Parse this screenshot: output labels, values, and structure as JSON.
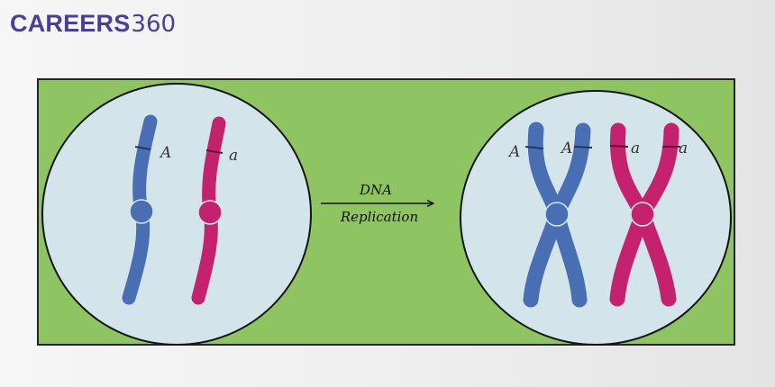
{
  "brand": {
    "word": "CAREERS",
    "number": "360",
    "color": "#4a3f96"
  },
  "diagram": {
    "panel_color": "#8fc462",
    "cell_color": "#d3e5ea",
    "homolog_1_color": "#4a6eb3",
    "homolog_2_color": "#c4226e",
    "before": {
      "homolog_1_allele": "A",
      "homolog_2_allele": "a"
    },
    "arrow": {
      "line1": "DNA",
      "line2": "Replication"
    },
    "after": {
      "homolog_1_alleles": [
        "A",
        "A"
      ],
      "homolog_2_alleles": [
        "a",
        "a"
      ]
    }
  }
}
